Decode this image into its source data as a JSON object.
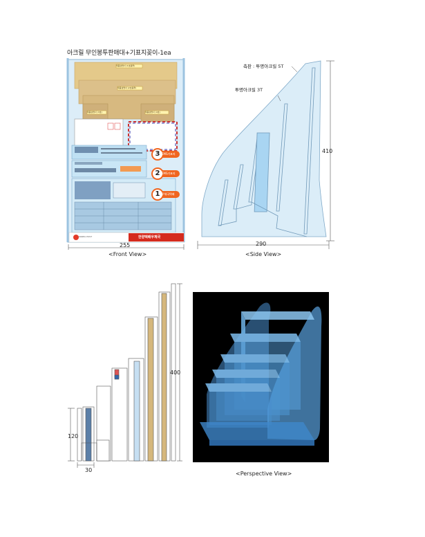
{
  "title": "아크릴 무인봉투판매대+기표지꽂이-1ea",
  "front_view": {
    "caption": "<Front View>",
    "width_label": "255",
    "pocket_labels": [
      "제품설명서 (1호봉투)",
      "제품설명서 (2호봉투)",
      "제품설명서 (3호)",
      "제품설명서 (4호)"
    ],
    "numbered_items": [
      {
        "number": "3",
        "tag": "EMS기표지"
      },
      {
        "number": "2",
        "tag": "EMS기표지"
      },
      {
        "number": "1",
        "tag": "우체국택배"
      }
    ],
    "footer_brand": "한양택배우체국",
    "footer_logo_text": "KOREA POST"
  },
  "side_view": {
    "caption": "<Side View>",
    "width_label": "290",
    "height_label": "410",
    "annotation_side": "측판 : 투명아크릴 5T",
    "annotation_front": "투명아크릴 3T"
  },
  "section_view": {
    "height_label": "400",
    "small_height_label": "120",
    "width_label": "30"
  },
  "perspective_view": {
    "caption": "<Perspective View>"
  },
  "colors": {
    "acrylic_light": "#d8ecf8",
    "acrylic_blue": "#6aa6d8",
    "pocket_tan": "#d8b877",
    "badge_orange": "#f0651f",
    "footer_red": "#d52b1e",
    "perspective_bg": "#000000"
  }
}
